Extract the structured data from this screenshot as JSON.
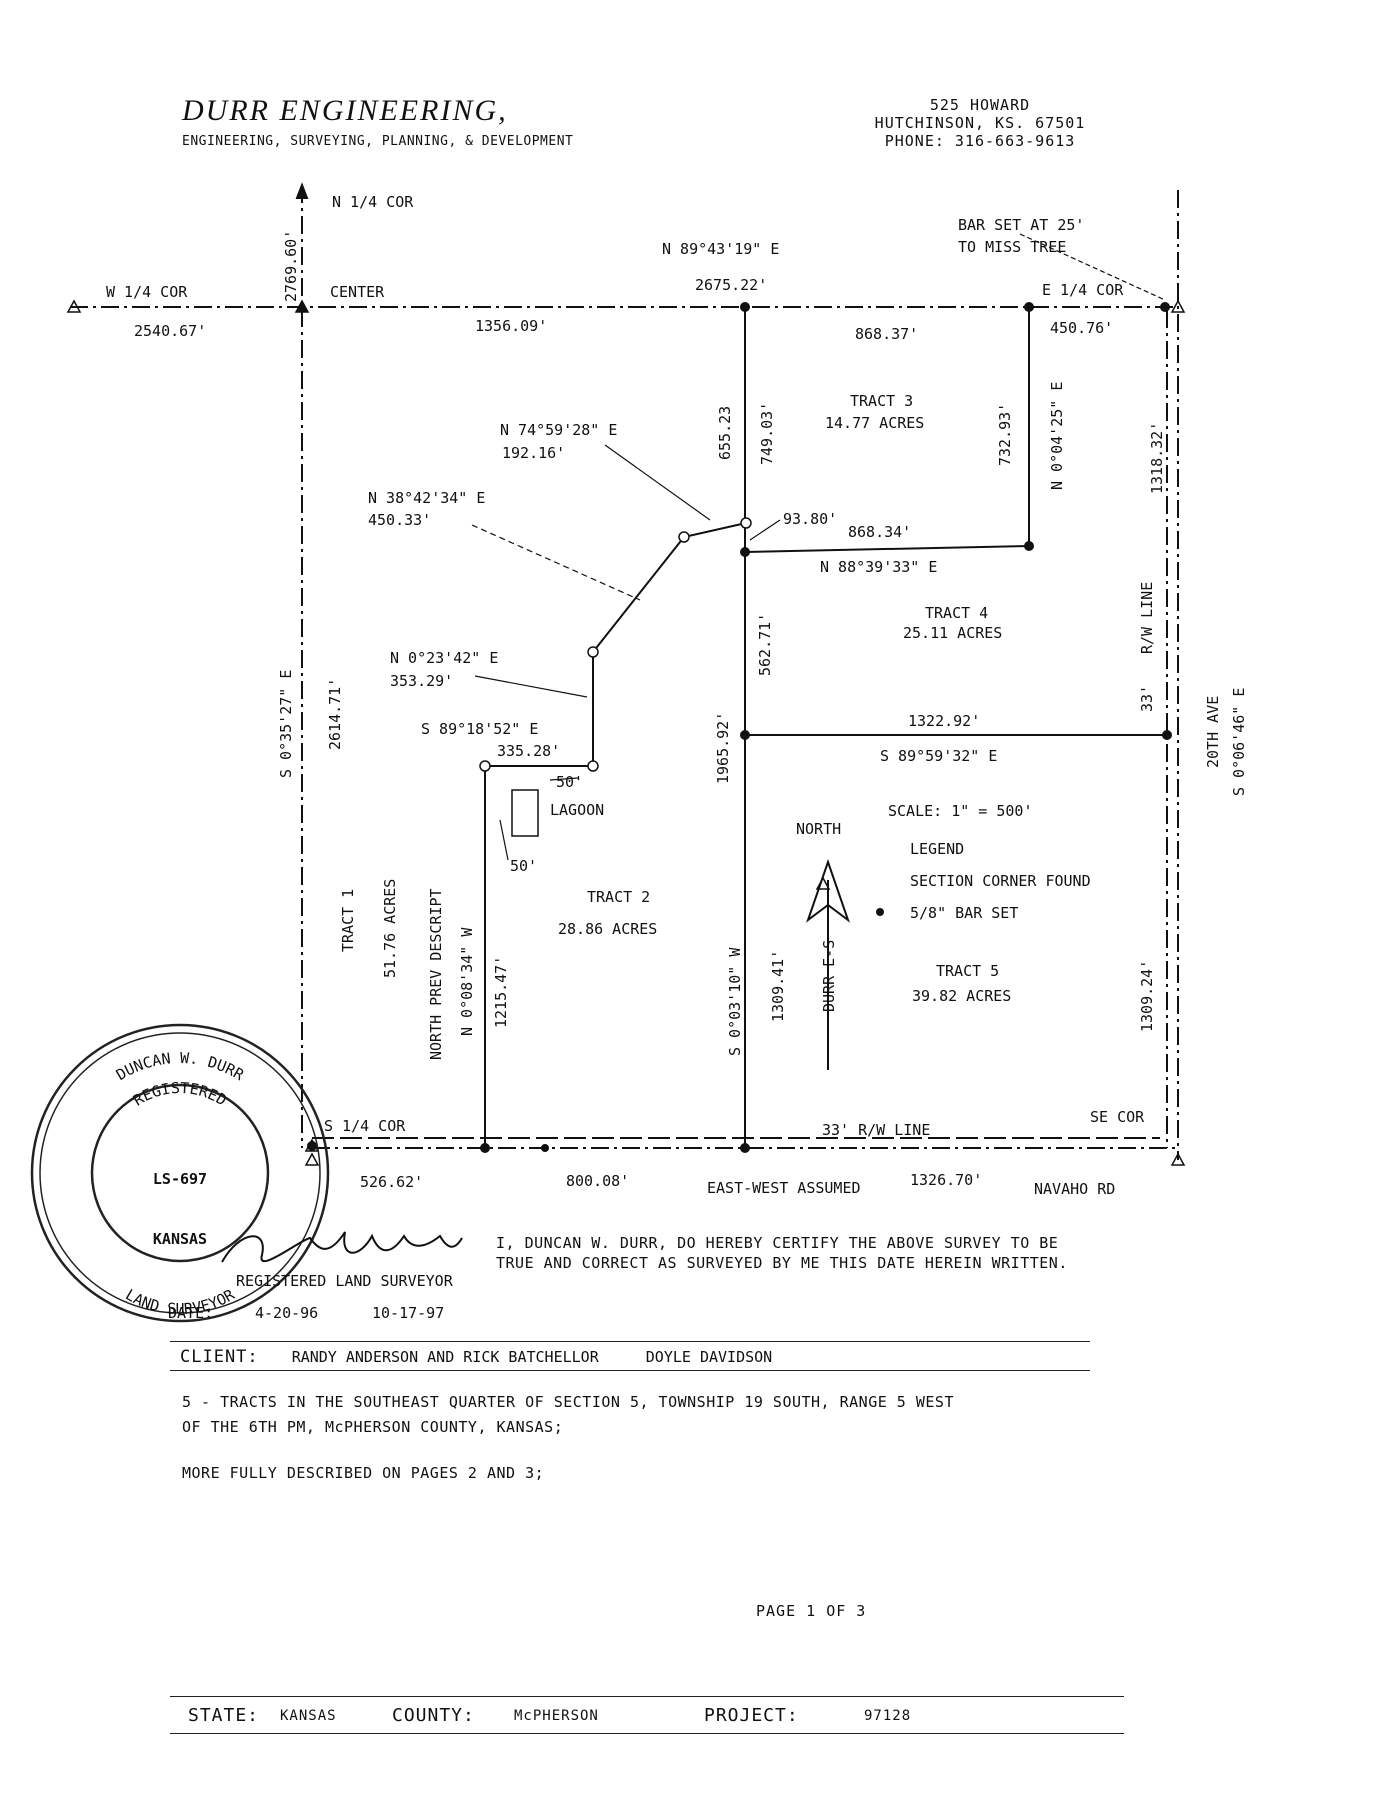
{
  "header": {
    "company": "DURR ENGINEERING,",
    "tagline": "ENGINEERING, SURVEYING, PLANNING, & DEVELOPMENT",
    "address1": "525 HOWARD",
    "address2": "HUTCHINSON, KS. 67501",
    "phone": "PHONE: 316-663-9613"
  },
  "plat": {
    "n_quarter_cor": "N 1/4 COR",
    "w_quarter_cor": "W 1/4 COR",
    "center": "CENTER",
    "e_quarter_cor": "E 1/4 COR",
    "s_quarter_cor": "S 1/4 COR",
    "se_cor": "SE COR",
    "bar_set_1": "BAR SET AT 25'",
    "bar_set_2": "TO MISS TREE",
    "d_2769": "2769.60'",
    "d_2540": "2540.67'",
    "d_1356": "1356.09'",
    "brg_north": "N 89°43'19\" E",
    "d_2675": "2675.22'",
    "d_868_37": "868.37'",
    "d_450_76": "450.76'",
    "d_655": "655.23",
    "d_749": "749.03'",
    "tract3": "TRACT 3",
    "tract3_acres": "14.77 ACRES",
    "d_732": "732.93'",
    "brg_0_04": "N 0°04'25\" E",
    "d_1318": "1318.32'",
    "brg_74": "N 74°59'28\" E",
    "d_192": "192.16'",
    "brg_38": "N 38°42'34\" E",
    "d_450_33": "450.33'",
    "d_93": "93.80'",
    "d_868_34": "868.34'",
    "brg_88": "N 88°39'33\" E",
    "tract4": "TRACT 4",
    "tract4_acres": "25.11 ACRES",
    "rw_line": "R/W LINE",
    "d_33": "33'",
    "twentieth": "20TH AVE",
    "brg_east": "S 0°06'46\" E",
    "brg_west": "S 0°35'27\" E",
    "d_2614": "2614.71'",
    "brg_0_23": "N 0°23'42\" E",
    "d_353": "353.29'",
    "d_562": "562.71'",
    "brg_89_18": "S 89°18'52\" E",
    "d_335": "335.28'",
    "d_1965": "1965.92'",
    "d_1322": "1322.92'",
    "brg_89_59": "S 89°59'32\" E",
    "d_50a": "50'",
    "lagoon": "LAGOON",
    "d_50b": "50'",
    "north": "NORTH",
    "scale": "SCALE: 1\" = 500'",
    "legend": "LEGEND",
    "legend_tri": "SECTION CORNER FOUND",
    "legend_dot": "5/8\" BAR SET",
    "tract1": "TRACT 1",
    "tract1_acres": "51.76 ACRES",
    "north_prev": "NORTH PREV DESCRIPT",
    "brg_0_08": "N 0°08'34\" W",
    "d_1215": "1215.47'",
    "tract2": "TRACT 2",
    "tract2_acres": "28.86 ACRES",
    "brg_0_03": "S 0°03'10\" W",
    "d_1309_41": "1309.41'",
    "durr_es": "DURR E-S",
    "tract5": "TRACT 5",
    "tract5_acres": "39.82 ACRES",
    "d_1309_24": "1309.24'",
    "rw_bottom": "33' R/W LINE",
    "d_526": "526.62'",
    "d_800": "800.08'",
    "ew_assumed": "EAST-WEST ASSUMED",
    "d_1326": "1326.70'",
    "navaho": "NAVAHO RD"
  },
  "seal": {
    "name": "DUNCAN W. DURR",
    "registered": "REGISTERED",
    "number": "LS-697",
    "state": "KANSAS",
    "title": "LAND SURVEYOR"
  },
  "signature": {
    "title": "REGISTERED LAND SURVEYOR",
    "date_label": "DATE:",
    "date1": "4-20-96",
    "date2": "10-17-97"
  },
  "certification": {
    "line1": "I, DUNCAN W. DURR, DO HEREBY CERTIFY THE ABOVE SURVEY TO BE",
    "line2": "TRUE AND CORRECT AS SURVEYED BY ME THIS DATE HEREIN WRITTEN."
  },
  "client": {
    "label": "CLIENT:",
    "names": "RANDY ANDERSON AND RICK BATCHELLOR",
    "extra": "DOYLE DAVIDSON"
  },
  "description": {
    "line1": "5 - TRACTS IN THE SOUTHEAST QUARTER OF SECTION 5, TOWNSHIP 19 SOUTH, RANGE 5 WEST",
    "line2": "OF THE 6TH PM, McPHERSON COUNTY, KANSAS;",
    "more": "MORE FULLY DESCRIBED ON PAGES 2 AND 3;"
  },
  "page": "PAGE 1 OF 3",
  "footer": {
    "state_label": "STATE:",
    "state": "KANSAS",
    "county_label": "COUNTY:",
    "county": "McPHERSON",
    "project_label": "PROJECT:",
    "project": "97128"
  }
}
